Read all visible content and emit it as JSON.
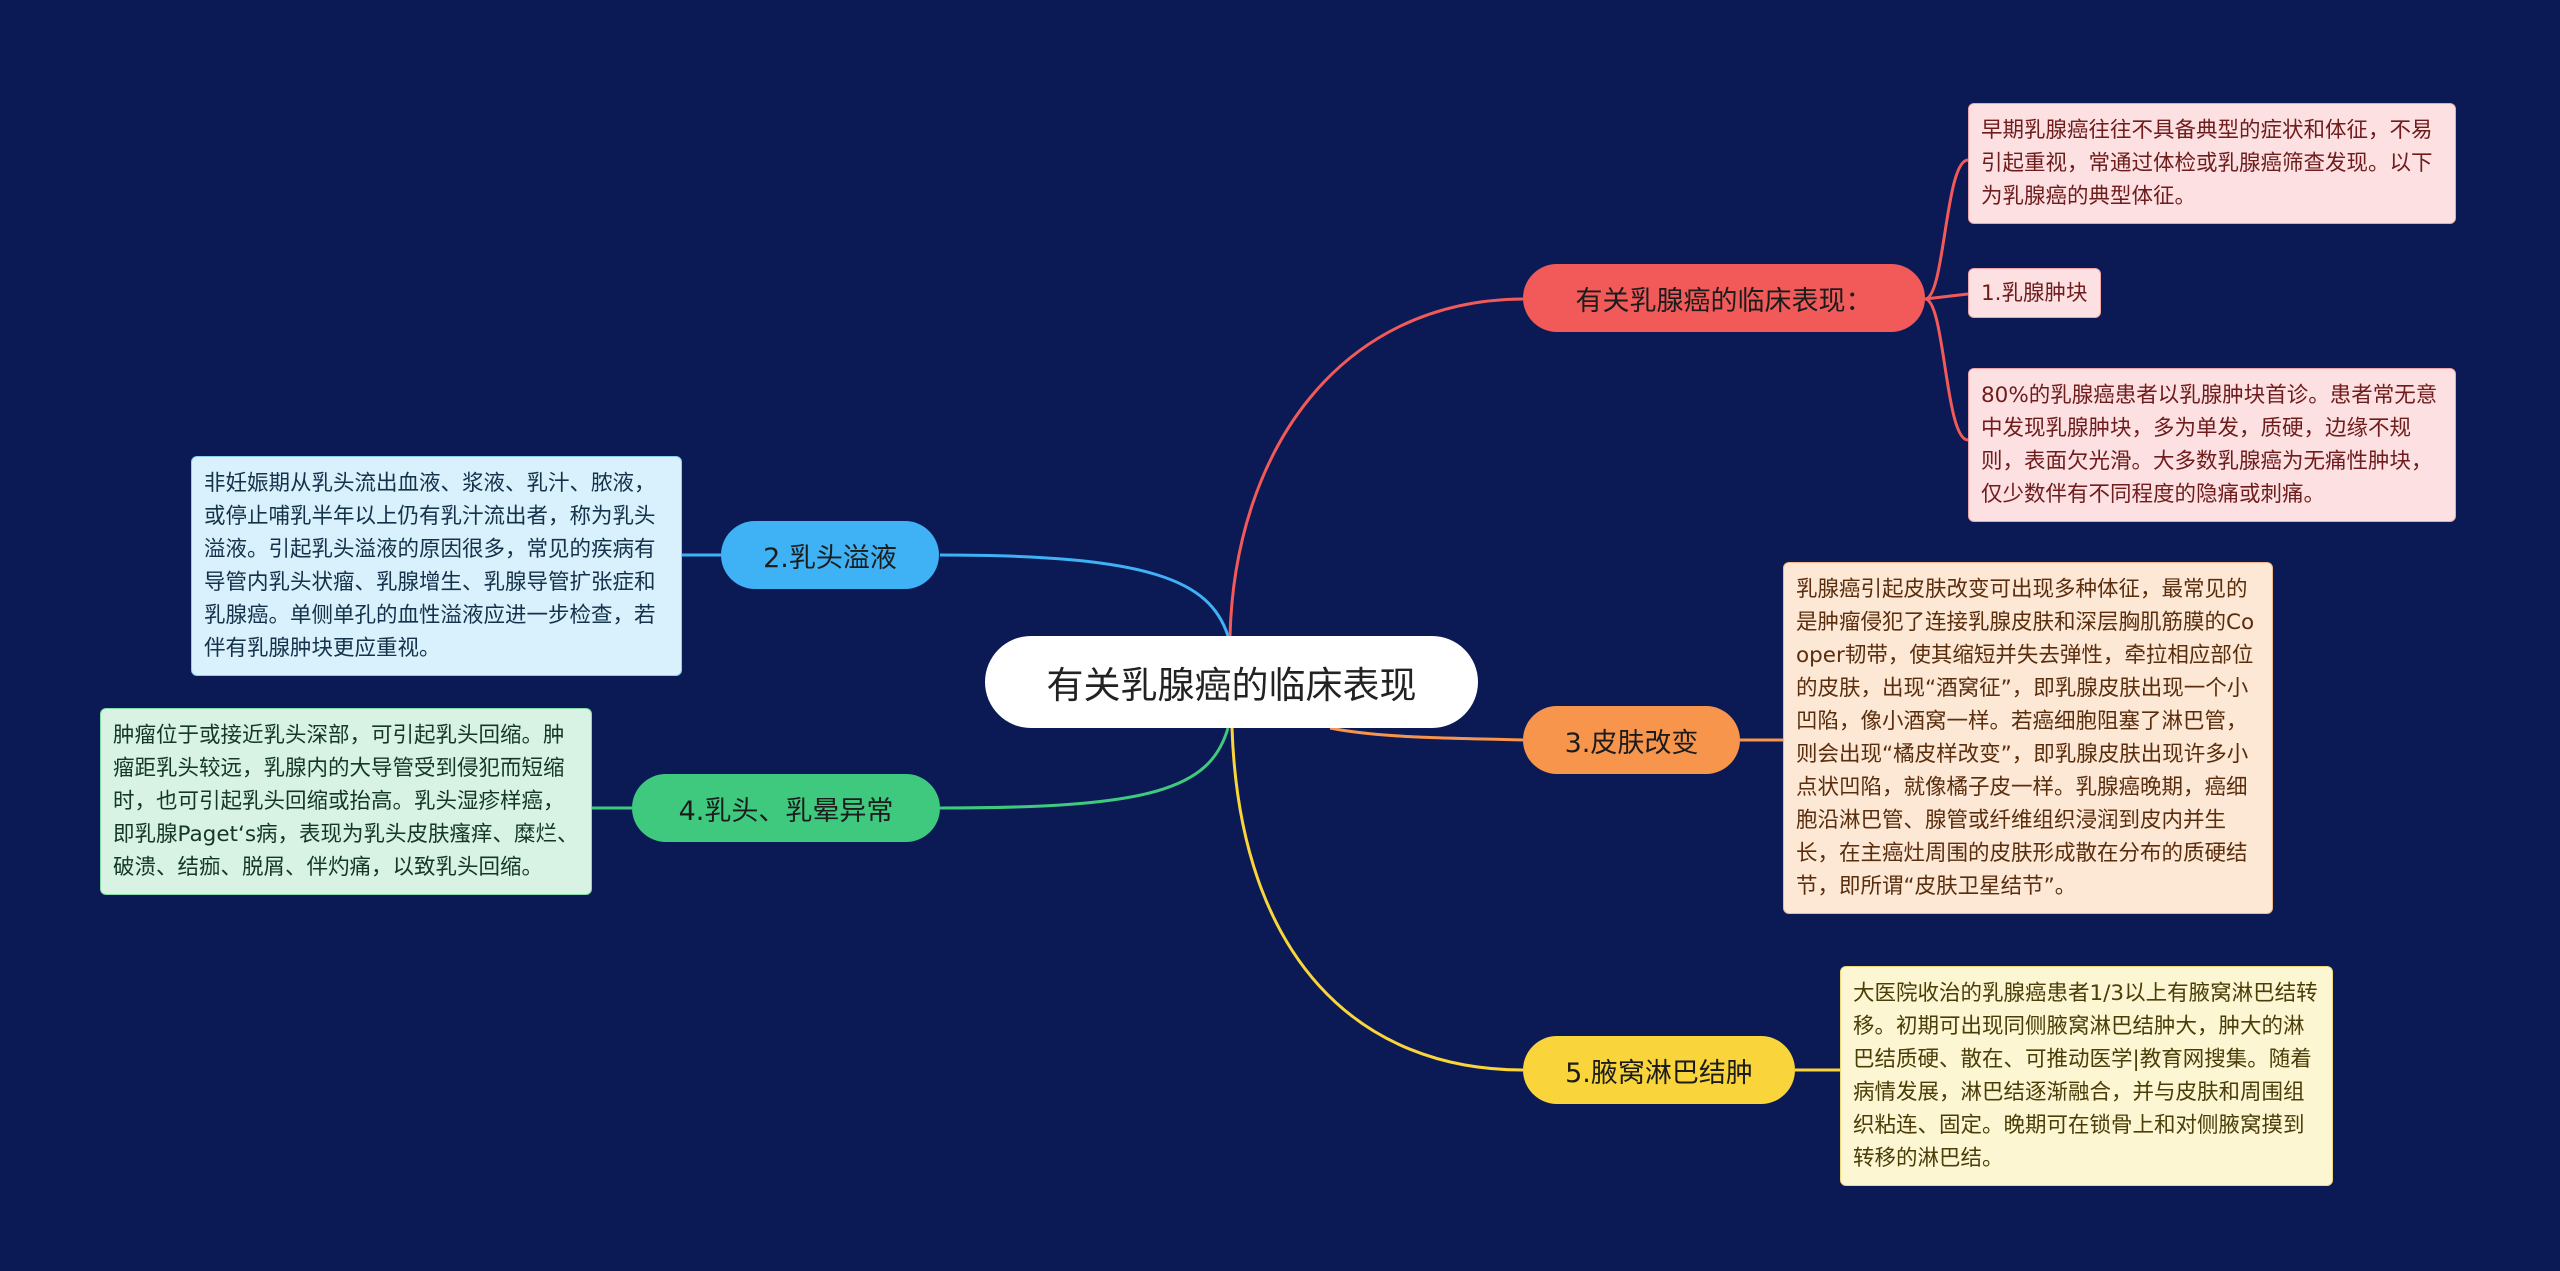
{
  "root": {
    "label": "有关乳腺癌的临床表现"
  },
  "colors": {
    "background": "#0b1a54",
    "red": "#f25a5a",
    "blue": "#3fb2f5",
    "green": "#3ec97f",
    "orange": "#f7954c",
    "yellow": "#f9d53b"
  },
  "branches": {
    "intro": {
      "label": "有关乳腺癌的临床表现：",
      "note1": "早期乳腺癌往往不具备典型的症状和体征，不易引起重视，常通过体检或乳腺癌筛查发现。以下为乳腺癌的典型体征。",
      "chip": "1.乳腺肿块",
      "note2": "80%的乳腺癌患者以乳腺肿块首诊。患者常无意中发现乳腺肿块，多为单发，质硬，边缘不规则，表面欠光滑。大多数乳腺癌为无痛性肿块，仅少数伴有不同程度的隐痛或刺痛。"
    },
    "nipple_discharge": {
      "label": "2.乳头溢液",
      "note": "非妊娠期从乳头流出血液、浆液、乳汁、脓液，或停止哺乳半年以上仍有乳汁流出者，称为乳头溢液。引起乳头溢液的原因很多，常见的疾病有导管内乳头状瘤、乳腺增生、乳腺导管扩张症和乳腺癌。单侧单孔的血性溢液应进一步检查，若伴有乳腺肿块更应重视。"
    },
    "skin": {
      "label": "3.皮肤改变",
      "note": "乳腺癌引起皮肤改变可出现多种体征，最常见的是肿瘤侵犯了连接乳腺皮肤和深层胸肌筋膜的Cooper韧带，使其缩短并失去弹性，牵拉相应部位的皮肤，出现“酒窝征”，即乳腺皮肤出现一个小凹陷，像小酒窝一样。若癌细胞阻塞了淋巴管，则会出现“橘皮样改变”，即乳腺皮肤出现许多小点状凹陷，就像橘子皮一样。乳腺癌晚期，癌细胞沿淋巴管、腺管或纤维组织浸润到皮内并生长，在主癌灶周围的皮肤形成散在分布的质硬结节，即所谓“皮肤卫星结节”。"
    },
    "nipple_areola": {
      "label": "4.乳头、乳晕异常",
      "note": "肿瘤位于或接近乳头深部，可引起乳头回缩。肿瘤距乳头较远，乳腺内的大导管受到侵犯而短缩时，也可引起乳头回缩或抬高。乳头湿疹样癌，即乳腺Paget‘s病，表现为乳头皮肤瘙痒、糜烂、破溃、结痂、脱屑、伴灼痛，以致乳头回缩。"
    },
    "lymph": {
      "label": "5.腋窝淋巴结肿",
      "note": "大医院收治的乳腺癌患者1/3以上有腋窝淋巴结转移。初期可出现同侧腋窝淋巴结肿大，肿大的淋巴结质硬、散在、可推动医学|教育网搜集。随着病情发展，淋巴结逐渐融合，并与皮肤和周围组织粘连、固定。晚期可在锁骨上和对侧腋窝摸到转移的淋巴结。"
    }
  }
}
